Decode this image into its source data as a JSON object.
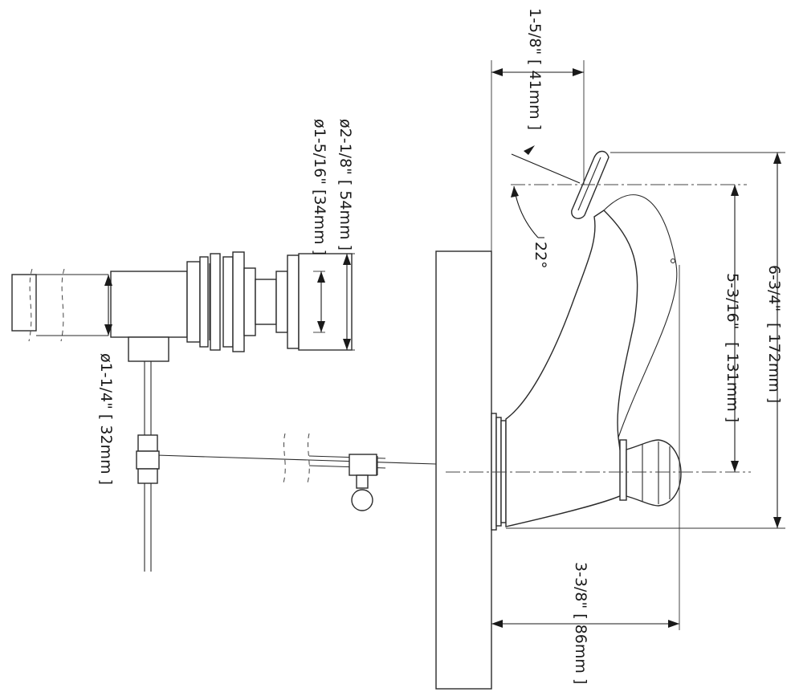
{
  "colors": {
    "line": "#2a2a2a",
    "background": "#ffffff"
  },
  "dimensions": {
    "spout_projection": {
      "imperial": "1-5/8\"",
      "metric": "[ 41mm ]"
    },
    "spout_angle": {
      "value": "22°"
    },
    "overall_height": {
      "imperial": "6-3/4\"",
      "metric": "[ 172mm ]"
    },
    "spout_height": {
      "imperial": "5-3/16\"",
      "metric": "[ 131mm ]"
    },
    "base_depth": {
      "imperial": "3-3/8\"",
      "metric": "[ 86mm ]"
    },
    "drain_flange_dia": {
      "text": "ø2-1/8\" [ 54mm ]"
    },
    "drain_body_dia": {
      "text": "ø1-5/16\" [34mm ]"
    },
    "tailpiece_dia": {
      "text": "ø1-1/4\" [ 32mm ]"
    }
  }
}
